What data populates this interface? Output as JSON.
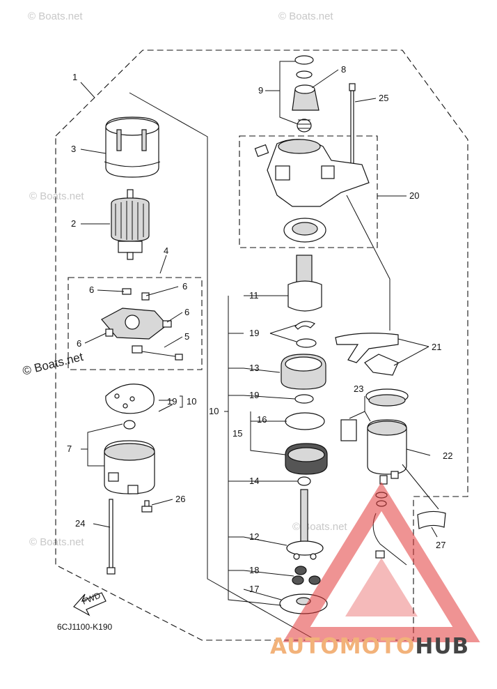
{
  "diagram": {
    "code": "6CJ1100-K190",
    "fwd_label": "FWD",
    "watermark": "© Boats.net",
    "callouts": {
      "c1": "1",
      "c2": "2",
      "c3": "3",
      "c4": "4",
      "c5": "5",
      "c6a": "6",
      "c6b": "6",
      "c6c": "6",
      "c6d": "6",
      "c7": "7",
      "c8": "8",
      "c9": "9",
      "c10a": "10",
      "c10b": "10",
      "c11": "11",
      "c12": "12",
      "c13": "13",
      "c14": "14",
      "c15": "15",
      "c16": "16",
      "c17": "17",
      "c18": "18",
      "c19a": "19",
      "c19b": "19",
      "c19c": "19",
      "c20": "20",
      "c21": "21",
      "c22": "22",
      "c23": "23",
      "c24": "24",
      "c25": "25",
      "c26": "26",
      "c27": "27"
    }
  },
  "brand": {
    "part1": "AUTOMOTO",
    "part2": "HUB",
    "colors": {
      "triangle": "#e23a3a",
      "accent": "#f2b27a",
      "dark": "#444444"
    }
  }
}
